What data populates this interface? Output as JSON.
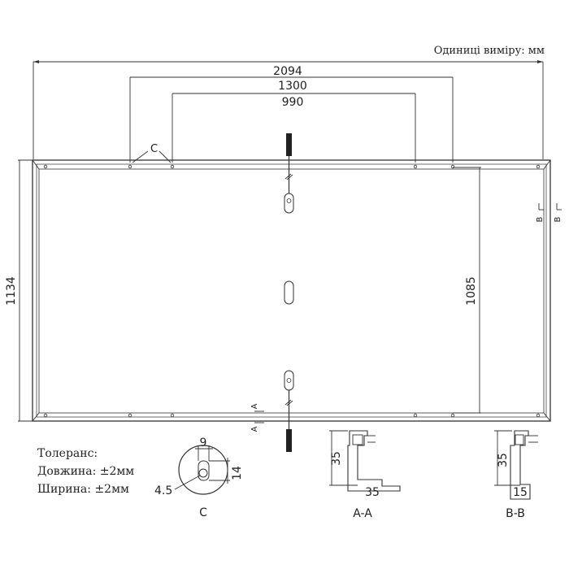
{
  "units_label": "Одиниці виміру: мм",
  "dimensions": {
    "overall_length": "2094",
    "hole_spacing_outer": "1300",
    "hole_spacing_inner": "990",
    "overall_width": "1134",
    "hole_spacing_vertical": "1085"
  },
  "labels": {
    "hole_callout": "C",
    "section_a_marker": "A",
    "section_b_marker": "B"
  },
  "tolerance": {
    "title": "Толеранс:",
    "length_line": "Довжина: ±2мм",
    "width_line": "Ширина: ±2мм"
  },
  "detail_c": {
    "dim_width": "9",
    "dim_height": "14",
    "dim_diameter": "4.5",
    "caption": "C"
  },
  "section_aa": {
    "dim_height": "35",
    "dim_base": "35",
    "caption": "A-A"
  },
  "section_bb": {
    "dim_height": "35",
    "dim_base": "15",
    "caption": "B-B"
  }
}
